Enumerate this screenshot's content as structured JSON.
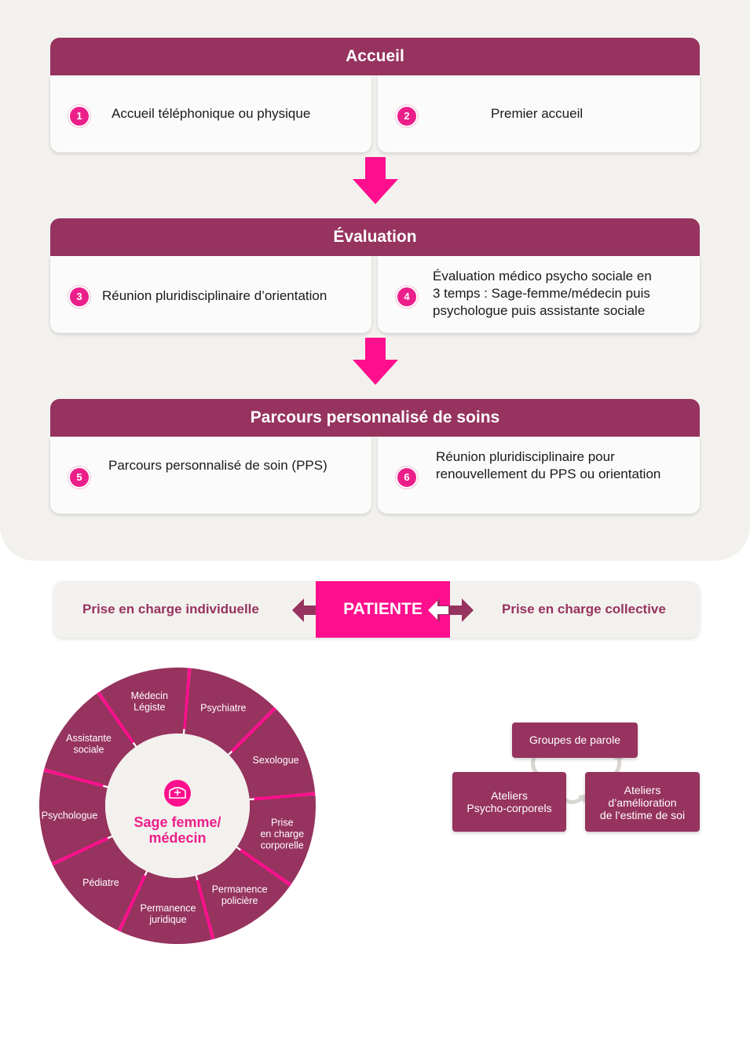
{
  "sections": [
    {
      "title": "Accueil",
      "items": [
        {
          "num": "1",
          "text": "Accueil téléphonique ou physique"
        },
        {
          "num": "2",
          "text": "Premier accueil"
        }
      ]
    },
    {
      "title": "Évaluation",
      "items": [
        {
          "num": "3",
          "text": "Réunion pluridisciplinaire d’orientation"
        },
        {
          "num": "4",
          "lines": [
            "Évaluation médico psycho sociale en",
            "3 temps : Sage-femme/médecin puis",
            "psychologue puis assistante sociale"
          ]
        }
      ]
    },
    {
      "title": "Parcours personnalisé de soins",
      "items": [
        {
          "num": "5",
          "text": "Parcours personnalisé de soin (PPS)"
        },
        {
          "num": "6",
          "lines": [
            "Réunion pluridisciplinaire pour",
            "renouvellement du PPS ou orientation"
          ]
        }
      ]
    }
  ],
  "patient_bar": {
    "left_label": "Prise en charge individuelle",
    "center_label": "PATIENTE",
    "right_label": "Prise en charge collective"
  },
  "wheel": {
    "center_lines": [
      "Sage femme/",
      "médecin"
    ],
    "center_icon": "nurse-cap-icon",
    "segments": [
      {
        "lines": [
          "Psychiatre"
        ]
      },
      {
        "lines": [
          "Sexologue"
        ]
      },
      {
        "lines": [
          "Prise",
          "en charge",
          "corporelle"
        ]
      },
      {
        "lines": [
          "Permanence",
          "policière"
        ]
      },
      {
        "lines": [
          "Permanence",
          "juridique"
        ]
      },
      {
        "lines": [
          "Pédiatre"
        ]
      },
      {
        "lines": [
          "Psychologue"
        ]
      },
      {
        "lines": [
          "Assistante",
          "sociale"
        ]
      },
      {
        "lines": [
          "Médecin",
          "Légiste"
        ]
      }
    ]
  },
  "groups": {
    "top": "Groupes de parole",
    "left": [
      "Ateliers",
      "Psycho-corporels"
    ],
    "right": [
      "Ateliers",
      "d’amélioration",
      "de l’estime de soi"
    ]
  },
  "colors": {
    "header": "#96335e",
    "accent": "#ff0f8d",
    "badge": "#ec1f8a",
    "background": "#f3f1ee"
  }
}
